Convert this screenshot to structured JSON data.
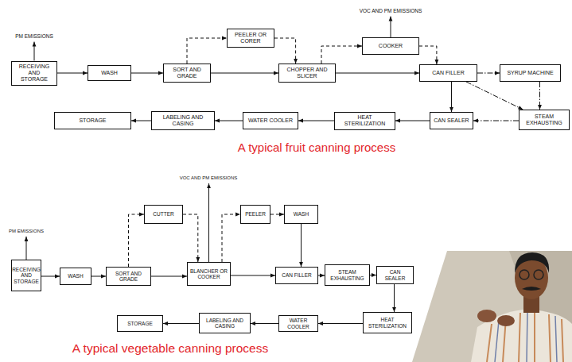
{
  "diagram": {
    "nodes": [
      {
        "text": [
          "RECEIVING AND STORAGE"
        ]
      },
      {
        "text": [
          "WASH"
        ]
      },
      {
        "text": [
          "SORT AND GRADE"
        ]
      },
      {
        "text": [
          "PEELER OR CORER"
        ]
      },
      {
        "text": [
          "CHOPPER AND SLICER"
        ]
      },
      {
        "text": [
          "COOKER"
        ]
      },
      {
        "text": [
          "CAN FILLER"
        ]
      },
      {
        "text": [
          "SYRUP MACHINE"
        ]
      },
      {
        "text": [
          "STEAM EXHAUSTING"
        ]
      },
      {
        "text": [
          "CAN SEALER"
        ]
      },
      {
        "text": [
          "HEAT STERILIZATION"
        ]
      },
      {
        "text": [
          "WATER COOLER"
        ]
      },
      {
        "text": [
          "LABELING AND CASING"
        ]
      },
      {
        "text": [
          "STORAGE"
        ]
      },
      {
        "text": [
          "RECEIVING AND STORAGE"
        ]
      },
      {
        "text": [
          "WASH"
        ]
      },
      {
        "text": [
          "SORT AND GRADE"
        ]
      },
      {
        "text": [
          "CUTTER"
        ]
      },
      {
        "text": [
          "BLANCHER OR COOKER"
        ]
      },
      {
        "text": [
          "PEELER"
        ]
      },
      {
        "text": [
          "WASH"
        ]
      },
      {
        "text": [
          "CAN FILLER"
        ]
      },
      {
        "text": [
          "STEAM EXHAUSTING"
        ]
      },
      {
        "text": [
          "CAN SEALER"
        ]
      },
      {
        "text": [
          "HEAT STERILIZATION"
        ]
      },
      {
        "text": [
          "WATER COOLER"
        ]
      },
      {
        "text": [
          "LABELING AND CASING"
        ]
      },
      {
        "text": [
          "STORAGE"
        ]
      }
    ],
    "edges": [
      {
        "from": 0,
        "to": 1,
        "arrow": "to"
      },
      {
        "from": 1,
        "to": 2,
        "arrow": "to"
      },
      {
        "from": 2,
        "to": 3,
        "arrow": "to"
      },
      {
        "from": 3,
        "to": 4,
        "arrow": "to"
      },
      {
        "from": 2,
        "to": 4,
        "arrow": "to"
      },
      {
        "from": 4,
        "to": 5,
        "arrow": "to"
      },
      {
        "from": 5,
        "to": 6,
        "arrow": "to"
      },
      {
        "from": 4,
        "to": 6,
        "arrow": "to"
      },
      {
        "from": 6,
        "to": 7,
        "arrow": "to"
      },
      {
        "from": 7,
        "to": 8,
        "arrow": "to"
      },
      {
        "from": 6,
        "to": 8,
        "arrow": "to"
      },
      {
        "from": 8,
        "to": 9,
        "arrow": "to"
      },
      {
        "from": 6,
        "to": 9,
        "arrow": "to"
      },
      {
        "from": 9,
        "to": 10,
        "arrow": "to"
      },
      {
        "from": 10,
        "to": 11,
        "arrow": "to"
      },
      {
        "from": 11,
        "to": 12,
        "arrow": "to"
      },
      {
        "from": 12,
        "to": 13,
        "arrow": "to"
      },
      {
        "from": 14,
        "to": 15,
        "arrow": "to"
      },
      {
        "from": 15,
        "to": 16,
        "arrow": "to"
      },
      {
        "from": 16,
        "to": 17,
        "arrow": "to"
      },
      {
        "from": 17,
        "to": 18,
        "arrow": "to"
      },
      {
        "from": 16,
        "to": 18,
        "arrow": "to"
      },
      {
        "from": 18,
        "to": 19,
        "arrow": "to"
      },
      {
        "from": 19,
        "to": 20,
        "arrow": "to"
      },
      {
        "from": 20,
        "to": 21,
        "arrow": "to"
      },
      {
        "from": 18,
        "to": 21,
        "arrow": "to"
      },
      {
        "from": 21,
        "to": 22,
        "arrow": "to"
      },
      {
        "from": 22,
        "to": 23,
        "arrow": "to"
      },
      {
        "from": 23,
        "to": 24,
        "arrow": "to"
      },
      {
        "from": 24,
        "to": 25,
        "arrow": "to"
      },
      {
        "from": 25,
        "to": 26,
        "arrow": "to"
      },
      {
        "from": 26,
        "to": 27,
        "arrow": "to"
      }
    ],
    "labels": [
      "PM EMISSIONS",
      "VOC AND PM EMISSIONS",
      "A typical fruit canning process",
      "VOC AND PM EMISSIONS",
      "PM EMISSIONS",
      "A typical vegetable canning process"
    ]
  }
}
